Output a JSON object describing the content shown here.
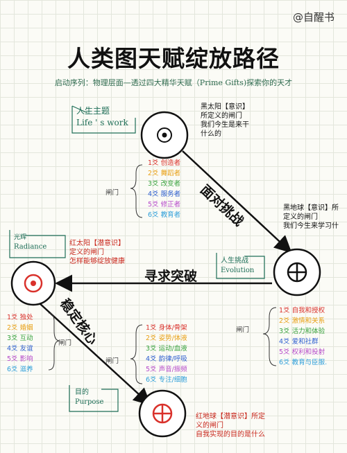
{
  "brand": "@自醒书",
  "title": "人类图天赋绽放路径",
  "subtitle": "启动序列：物理层面—透过四大精华天赋（Prime Gifts)探索你的天才",
  "gate_label": "闸门",
  "nodes": {
    "black_sun": {
      "tag_cn": "人生主题",
      "tag_en": "Life ' s work",
      "note": [
        "黑太阳【意识】",
        "所定义的闸门",
        "我们今生是来干",
        "什么的"
      ]
    },
    "black_earth": {
      "tag_cn": "人生挑战",
      "tag_en": "Evolution",
      "note": [
        "黑地球【意识】所",
        "定义的闸门",
        "我们今生来学习什"
      ]
    },
    "red_sun": {
      "tag_cn": "光辉",
      "tag_en": "Radiance",
      "note": [
        "红太阳【潜意识】",
        "定义的闸门",
        "怎样能够绽放健康"
      ]
    },
    "red_earth": {
      "tag_cn": "目的",
      "tag_en": "Purpose",
      "note": [
        "红地球【潜意识】所定",
        "义的闸门",
        "自我实现的目的是什么"
      ]
    }
  },
  "edges": {
    "top": "面对挑战",
    "middle": "寻求突破",
    "left": "稳定核心"
  },
  "lists": {
    "life_work": [
      "1爻 创造者",
      "2爻 舞蹈者",
      "3爻 改变者",
      "4爻 服务者",
      "5爻 修正者",
      "6爻 教育者"
    ],
    "evolution": [
      "1爻 自我和授权",
      "2爻 激情和关系",
      "3爻 活力和体验",
      "4爻 爱和社群",
      "5爻 权利和投射",
      "6爻 教育与臣服."
    ],
    "radiance": [
      "1爻 独处",
      "2爻 婚姻",
      "3爻 互动",
      "4爻 友谊",
      "5爻 影响",
      "6爻 滋养"
    ],
    "purpose": [
      "1爻 身体/骨架",
      "2爻 姿势/体液",
      "3爻 运动/血液",
      "4爻 韵律/呼吸",
      "5爻 声音/振频",
      "6爻 专注/细胞"
    ]
  },
  "line_colors": [
    "#d9312b",
    "#e8a016",
    "#3aa33f",
    "#2e5fcf",
    "#b54ac9",
    "#2f9fd9"
  ]
}
